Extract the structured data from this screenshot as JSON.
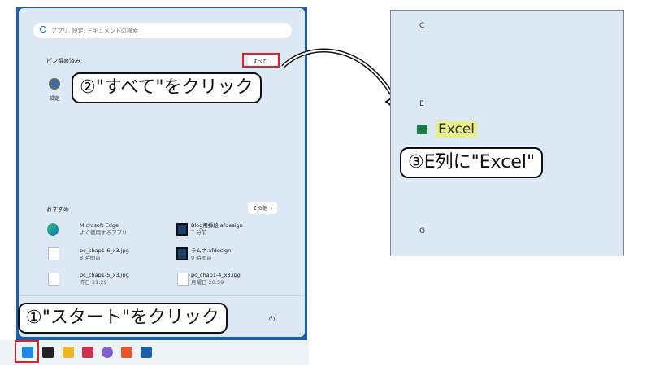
{
  "start_menu": {
    "search_placeholder": "アプリ, 設定, ドキュメントの検索",
    "pinned_label": "ピン留め済み",
    "all_button": "すべて",
    "pinned_items": [
      {
        "label": "設定"
      }
    ],
    "recommended_label": "おすすめ",
    "more_button": "その他",
    "recommended": [
      {
        "name": "Microsoft Edge",
        "sub": "よく使用するアプリ"
      },
      {
        "name": "Blog用挿絵.afdesign",
        "sub": "7 分前"
      },
      {
        "name": "pc_chap1-6_x3.jpg",
        "sub": "8 時間前"
      },
      {
        "name": "ラムネ.afdesign",
        "sub": "9 時間前"
      },
      {
        "name": "pc_chap1-5_x3.jpg",
        "sub": "昨日 21:29"
      },
      {
        "name": "pc_chap1-4_x3.jpg",
        "sub": "月曜日 20:59"
      }
    ]
  },
  "callouts": {
    "step1": "①\"スタート\"をクリック",
    "step2": "②\"すべて\"をクリック",
    "step3": "③E列に\"Excel\""
  },
  "all_apps": {
    "letters": [
      "C",
      "E",
      "G"
    ],
    "excel_label": "Excel"
  },
  "colors": {
    "accent": "#1a5fa8",
    "highlight": "#e8f08a",
    "red": "#e0202a"
  }
}
